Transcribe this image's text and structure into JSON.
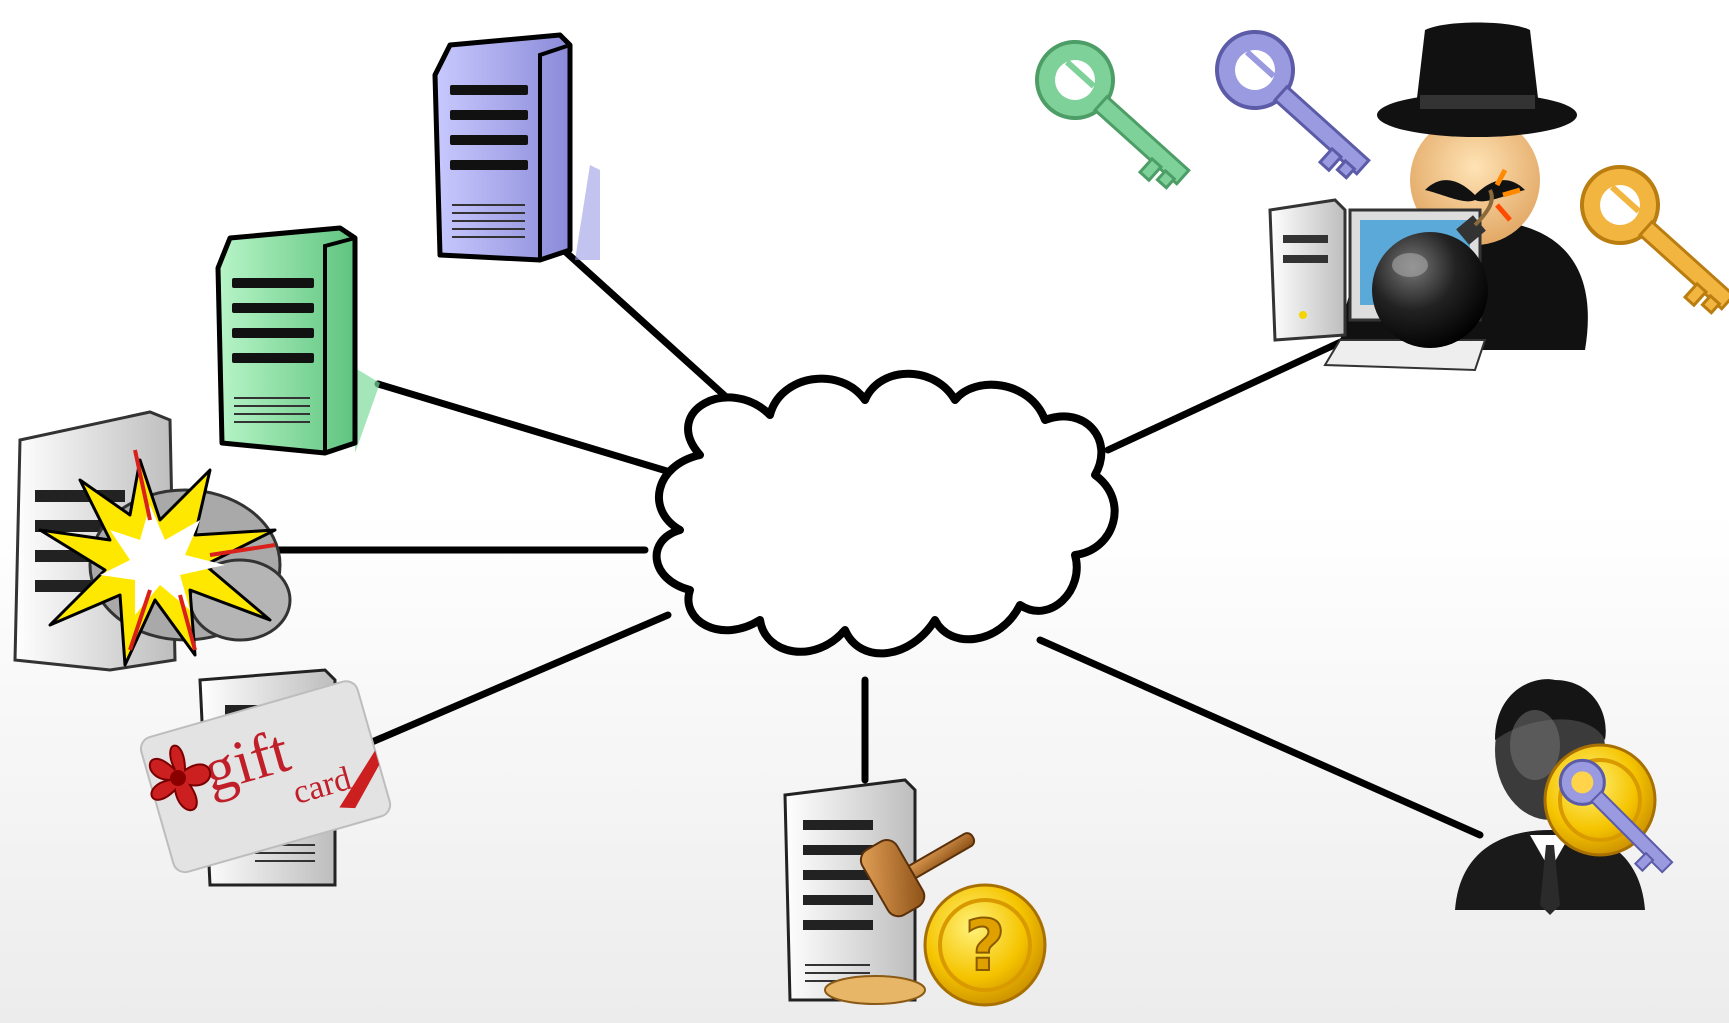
{
  "diagram": {
    "center": {
      "shape": "cloud",
      "icon": "network-cloud-icon"
    },
    "nodes": [
      {
        "id": "server-purple",
        "icon": "server-icon",
        "color": "#9b9be6"
      },
      {
        "id": "server-green",
        "icon": "server-icon",
        "color": "#7edc9c"
      },
      {
        "id": "server-exploded",
        "icon": "server-explosion-icon",
        "color": "#d9d9d9"
      },
      {
        "id": "server-giftcard",
        "icon": "server-gift-card-icon",
        "color": "#d9d9d9"
      },
      {
        "id": "server-auction",
        "icon": "server-gavel-coin-icon",
        "color": "#d9d9d9"
      },
      {
        "id": "user-key",
        "icon": "user-with-key-icon",
        "color": "#2b2b2b"
      },
      {
        "id": "attacker",
        "icon": "attacker-computer-bomb-icon",
        "color": "#111111"
      }
    ],
    "keys": [
      {
        "id": "key-green",
        "icon": "key-icon",
        "color": "#7fd19a"
      },
      {
        "id": "key-purple",
        "icon": "key-icon",
        "color": "#9a9ae0"
      },
      {
        "id": "key-gold",
        "icon": "key-icon",
        "color": "#f2b540"
      }
    ],
    "gift_card": {
      "line1": "gift",
      "line2": "card"
    }
  }
}
